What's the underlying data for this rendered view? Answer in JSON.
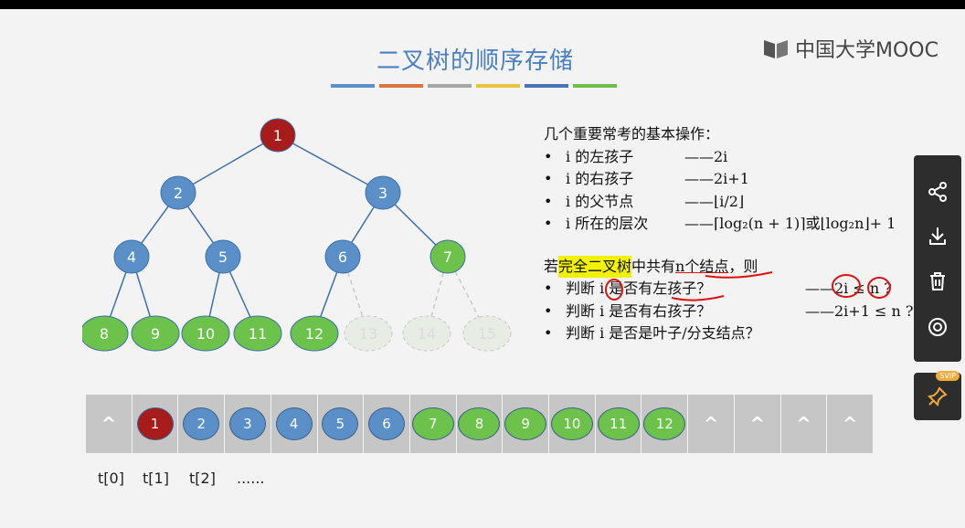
{
  "slide": {
    "title": "二叉树的顺序存储",
    "logo_text": "中国大学MOOC",
    "underline_colors": [
      "#5b8fc7",
      "#d9763f",
      "#a6a6a6",
      "#e8c53a",
      "#4a74b5",
      "#6cbf4a"
    ]
  },
  "tree": {
    "nodes": [
      {
        "label": "1",
        "color": "red"
      },
      {
        "label": "2",
        "color": "blue"
      },
      {
        "label": "3",
        "color": "blue"
      },
      {
        "label": "4",
        "color": "blue"
      },
      {
        "label": "5",
        "color": "blue"
      },
      {
        "label": "6",
        "color": "blue"
      },
      {
        "label": "7",
        "color": "green"
      },
      {
        "label": "8",
        "color": "green"
      },
      {
        "label": "9",
        "color": "green"
      },
      {
        "label": "10",
        "color": "green"
      },
      {
        "label": "11",
        "color": "green"
      },
      {
        "label": "12",
        "color": "green"
      },
      {
        "label": "13",
        "color": "ghost"
      },
      {
        "label": "14",
        "color": "ghost"
      },
      {
        "label": "15",
        "color": "ghost"
      }
    ],
    "colors": {
      "red": "#a81b1b",
      "blue": "#5b8fc7",
      "green": "#6cc24a",
      "ghost": "#e7ece5"
    }
  },
  "operations": {
    "heading": "几个重要常考的基本操作：",
    "items": [
      {
        "bullet": "•",
        "text": "i 的左孩子",
        "formula": "——2i"
      },
      {
        "bullet": "•",
        "text": "i 的右孩子",
        "formula": "——2i+1"
      },
      {
        "bullet": "•",
        "text": "i 的父节点",
        "formula": "——⌊i/2⌋"
      },
      {
        "bullet": "•",
        "text": "i 所在的层次",
        "formula": "——⌈log₂(n + 1)⌉或⌊log₂n⌋+ 1"
      }
    ]
  },
  "complete_tree": {
    "prefix": "若",
    "highlight": "完全二叉树",
    "middle": "中共有",
    "n_nodes": "n个结点",
    "suffix": "，则",
    "items": [
      {
        "bullet": "•",
        "text": "判断 i 是否有左孩子？",
        "formula": "——2i ≤ n ?"
      },
      {
        "bullet": "•",
        "text": "判断 i 是否有右孩子？",
        "formula": "——2i+1 ≤ n ?"
      },
      {
        "bullet": "•",
        "text": "判断 i 是否是叶子/分支结点？",
        "formula": ""
      }
    ]
  },
  "array": {
    "cells": [
      {
        "type": "caret",
        "label": "^"
      },
      {
        "type": "node",
        "label": "1",
        "color": "red"
      },
      {
        "type": "node",
        "label": "2",
        "color": "blue"
      },
      {
        "type": "node",
        "label": "3",
        "color": "blue"
      },
      {
        "type": "node",
        "label": "4",
        "color": "blue"
      },
      {
        "type": "node",
        "label": "5",
        "color": "blue"
      },
      {
        "type": "node",
        "label": "6",
        "color": "blue"
      },
      {
        "type": "node",
        "label": "7",
        "color": "green"
      },
      {
        "type": "node",
        "label": "8",
        "color": "green"
      },
      {
        "type": "node",
        "label": "9",
        "color": "green"
      },
      {
        "type": "node",
        "label": "10",
        "color": "green"
      },
      {
        "type": "node",
        "label": "11",
        "color": "green"
      },
      {
        "type": "node",
        "label": "12",
        "color": "green"
      },
      {
        "type": "caret",
        "label": "^"
      },
      {
        "type": "caret",
        "label": "^"
      },
      {
        "type": "caret",
        "label": "^"
      },
      {
        "type": "caret",
        "label": "^"
      }
    ],
    "index_labels": [
      "t[0]",
      "t[1]",
      "t[2]",
      "......"
    ]
  },
  "sidebar": {
    "icons": [
      "share-icon",
      "download-icon",
      "trash-icon",
      "eye-icon"
    ],
    "pin_badge": "SVIP"
  }
}
